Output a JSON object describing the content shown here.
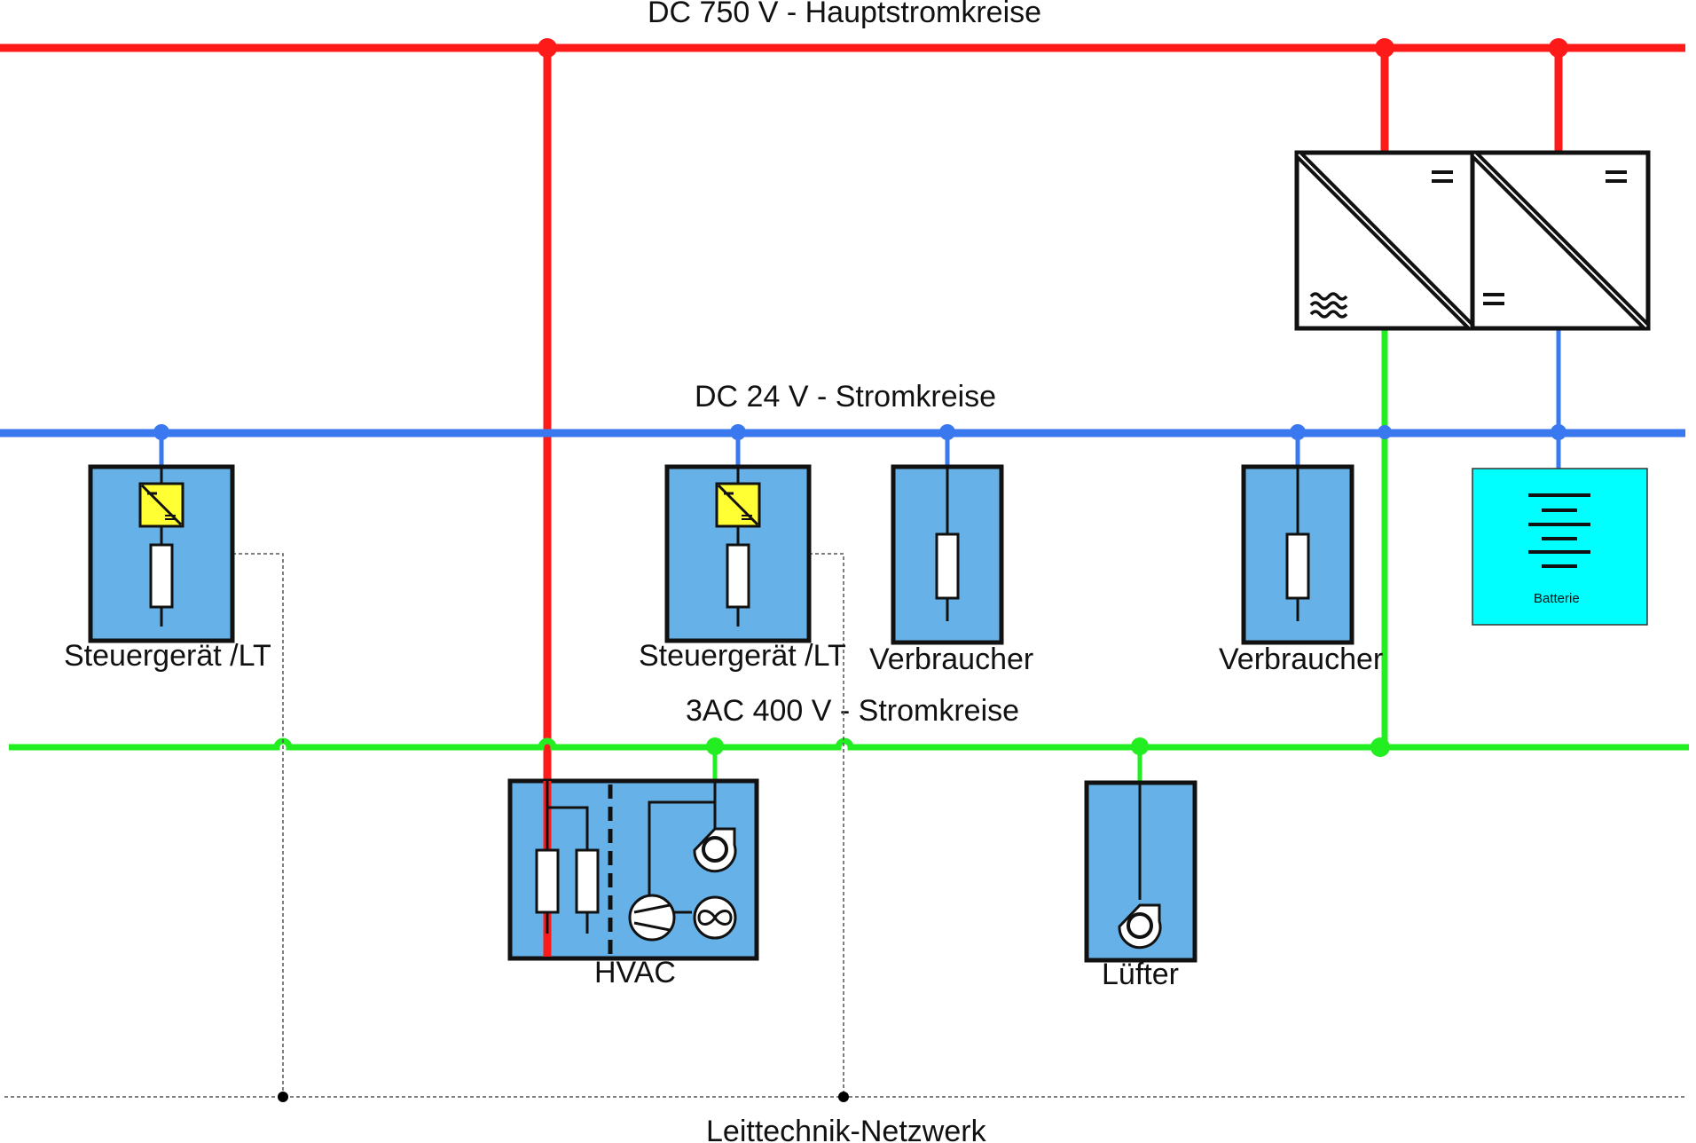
{
  "buses": {
    "dc750": {
      "label": "DC 750 V - Hauptstromkreise"
    },
    "dc24": {
      "label": "DC 24 V - Stromkreise"
    },
    "ac400": {
      "label": "3AC 400 V - Stromkreise"
    },
    "network": {
      "label": "Leittechnik-Netzwerk"
    }
  },
  "components": {
    "ecu1": {
      "label": "Steuergerät /LT"
    },
    "ecu2": {
      "label": "Steuergerät /LT"
    },
    "consumer1": {
      "label": "Verbraucher"
    },
    "consumer2": {
      "label": "Verbraucher"
    },
    "battery": {
      "label": "Batterie"
    },
    "hvac": {
      "label": "HVAC"
    },
    "fan": {
      "label": "Lüfter"
    },
    "converter_ac": {
      "output_symbol": "≈",
      "input_symbol": "="
    },
    "converter_dc": {
      "output_symbol": "=",
      "input_symbol": "="
    }
  },
  "colors": {
    "dc750": "#ff1a1a",
    "dc24": "#3a78f0",
    "ac400": "#22ee22",
    "component_fill": "#66b2e8",
    "battery_fill": "#00ffff",
    "ecu_converter_fill": "#ffff33",
    "network_line": "#555555"
  }
}
